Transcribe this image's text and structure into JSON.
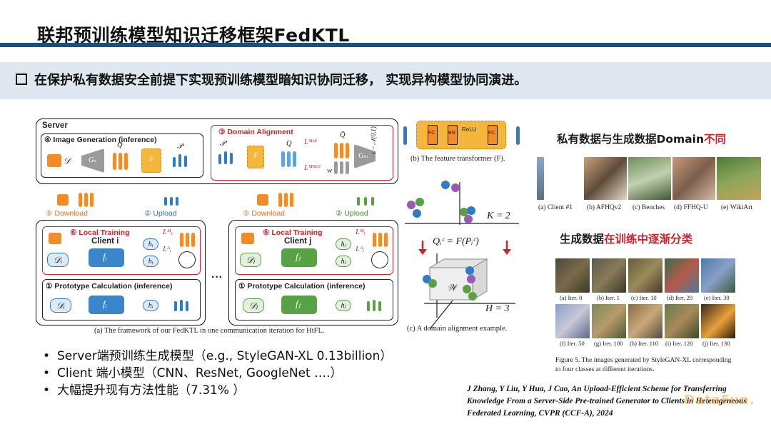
{
  "slide": {
    "title": "联邦预训练模型知识迁移框架FedKTL",
    "banner": "在保护私有数据安全前提下实现预训练模型暗知识协同迁移， 实现异构模型协同演进。"
  },
  "framework": {
    "server_label": "Server",
    "image_generation": "④ Image Generation (inference)",
    "domain_alignment": "③ Domain Alignment",
    "download": "⑤ Download",
    "upload": "② Upload",
    "local_training": "⑥ Local Training",
    "client_i": "Client i",
    "client_j": "Client j",
    "prototype_calc": "① Prototype Calculation (inference)",
    "ellipsis": "···",
    "caption": "(a) The framework of our FedKTL in one communication iteration for HtFL.",
    "symbols": {
      "D": "𝒟",
      "Di": "𝒟ᵢ",
      "Dj": "𝒟ⱼ",
      "Gs": "Gₛ",
      "Gm": "Gₘ",
      "F": "F",
      "fi": "fᵢ",
      "fj": "fⱼ",
      "hi": "hᵢ",
      "hj": "hⱼ",
      "Q": "Q",
      "Qbar": "Q̄",
      "P": "𝒫",
      "w": "w",
      "LMSE": "Lᴹˢᴱ",
      "LMMD": "Lᴹᴹᴰ",
      "Lm": "Lᴹᵢ",
      "La": "Lᴬᵢ",
      "noise": "ϵ ~ 𝒩(0,1)"
    }
  },
  "transformer": {
    "blocks": [
      "FC",
      "BN",
      "ReLU",
      "FC"
    ],
    "caption": "(b) The feature transformer (F)."
  },
  "alignment_example": {
    "k_label": "K = 2",
    "formula": "Qᵢᶜ = F(Pᵢᶜ)",
    "h_label": "H = 3",
    "w_label": "𝒲",
    "caption": "(c) A domain alignment example."
  },
  "domain_diff": {
    "heading_black": "私有数据与生成数据Domain",
    "heading_red": "不同",
    "labels": [
      "(a) Client #1",
      "(b) AFHQv2",
      "(c) Benches",
      "(d) FFHQ-U",
      "(e) WikiArt"
    ]
  },
  "gen_progress": {
    "heading_black": "生成数据",
    "heading_red": "在训练中逐渐分类",
    "row1": [
      "(a) Iter. 0",
      "(b) Iter. 1",
      "(c) Iter. 10",
      "(d) Iter. 20",
      "(e) Iter. 30"
    ],
    "row2": [
      "(f) Iter. 50",
      "(g) Iter. 100",
      "(h) Iter. 110",
      "(i) Iter. 120",
      "(j) Iter. 130"
    ],
    "caption_line1": "Figure 5. The images generated by StyleGAN-XL corresponding",
    "caption_line2": "to four classes at different iterations."
  },
  "bullets": [
    "Server端预训练生成模型（e.g., StyleGAN-XL 0.13billion）",
    "Client 端小模型（CNN、ResNet, GoogleNet ….）",
    "大幅提升现有方法性能（7.31% ）"
  ],
  "citation": "J Zhang, Y Liu, Y Hua, J Cao,  An Upload-Efficient Scheme for Transferring Knowledge From a Server-Side Pre-trained Generator to Clients in Heterogeneous Federated Learning, CVPR (CCF-A), 2024",
  "watermark": "DataFun.",
  "colors": {
    "title_bar": "#1f4e79",
    "banner_bg": "#dfe7f1",
    "accent_red": "#d0222a",
    "blue": "#2f7cc4",
    "orange": "#f28c28",
    "green": "#58a144"
  }
}
